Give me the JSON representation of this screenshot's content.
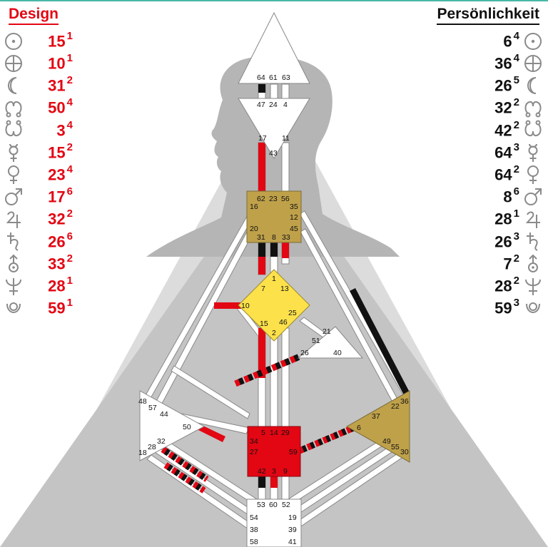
{
  "columns": {
    "design_title": "Design",
    "personality_title": "Persönlichkeit"
  },
  "colors": {
    "design": "#e30613",
    "personality": "#111111",
    "defined_center_gold": "#bfa14a",
    "defined_center_yellow": "#fce14b",
    "defined_center_red": "#e30613",
    "open_center": "#ffffff",
    "background_body": "#c8c8c8",
    "silhouette": "#b8b8b8"
  },
  "design": [
    {
      "planet": "sun-icon",
      "gate": "15",
      "line": "1"
    },
    {
      "planet": "earth-icon",
      "gate": "10",
      "line": "1"
    },
    {
      "planet": "moon-icon",
      "gate": "31",
      "line": "2"
    },
    {
      "planet": "north-node-icon",
      "gate": "50",
      "line": "4"
    },
    {
      "planet": "south-node-icon",
      "gate": "3",
      "line": "4"
    },
    {
      "planet": "mercury-icon",
      "gate": "15",
      "line": "2"
    },
    {
      "planet": "venus-icon",
      "gate": "23",
      "line": "4"
    },
    {
      "planet": "mars-icon",
      "gate": "17",
      "line": "6"
    },
    {
      "planet": "jupiter-icon",
      "gate": "32",
      "line": "2"
    },
    {
      "planet": "saturn-icon",
      "gate": "26",
      "line": "6"
    },
    {
      "planet": "uranus-icon",
      "gate": "33",
      "line": "2"
    },
    {
      "planet": "neptune-icon",
      "gate": "28",
      "line": "1"
    },
    {
      "planet": "pluto-icon",
      "gate": "59",
      "line": "1"
    }
  ],
  "personality": [
    {
      "planet": "sun-icon",
      "gate": "6",
      "line": "4"
    },
    {
      "planet": "earth-icon",
      "gate": "36",
      "line": "4"
    },
    {
      "planet": "moon-icon",
      "gate": "26",
      "line": "5"
    },
    {
      "planet": "north-node-icon",
      "gate": "32",
      "line": "2"
    },
    {
      "planet": "south-node-icon",
      "gate": "42",
      "line": "2"
    },
    {
      "planet": "mercury-icon",
      "gate": "64",
      "line": "3"
    },
    {
      "planet": "venus-icon",
      "gate": "64",
      "line": "2"
    },
    {
      "planet": "mars-icon",
      "gate": "8",
      "line": "6"
    },
    {
      "planet": "jupiter-icon",
      "gate": "28",
      "line": "1"
    },
    {
      "planet": "saturn-icon",
      "gate": "26",
      "line": "3"
    },
    {
      "planet": "uranus-icon",
      "gate": "7",
      "line": "2"
    },
    {
      "planet": "neptune-icon",
      "gate": "28",
      "line": "2"
    },
    {
      "planet": "pluto-icon",
      "gate": "59",
      "line": "3"
    }
  ],
  "gate_numbers": {
    "head": [
      "64",
      "61",
      "63"
    ],
    "ajna_top": [
      "47",
      "24",
      "4"
    ],
    "ajna_bottom": [
      "17",
      "11",
      "43"
    ],
    "throat": [
      "62",
      "23",
      "56",
      "16",
      "35",
      "12",
      "20",
      "45",
      "31",
      "8",
      "33"
    ],
    "g_center": [
      "1",
      "7",
      "13",
      "10",
      "25",
      "15",
      "46",
      "2"
    ],
    "heart": [
      "21",
      "51",
      "26",
      "40"
    ],
    "spleen": [
      "48",
      "57",
      "44",
      "50",
      "32",
      "28",
      "18"
    ],
    "solar_plexus": [
      "36",
      "22",
      "37",
      "6",
      "49",
      "55",
      "30"
    ],
    "sacral": [
      "5",
      "14",
      "29",
      "34",
      "27",
      "59",
      "42",
      "3",
      "9"
    ],
    "root": [
      "53",
      "60",
      "52",
      "54",
      "19",
      "38",
      "39",
      "58",
      "41"
    ]
  }
}
